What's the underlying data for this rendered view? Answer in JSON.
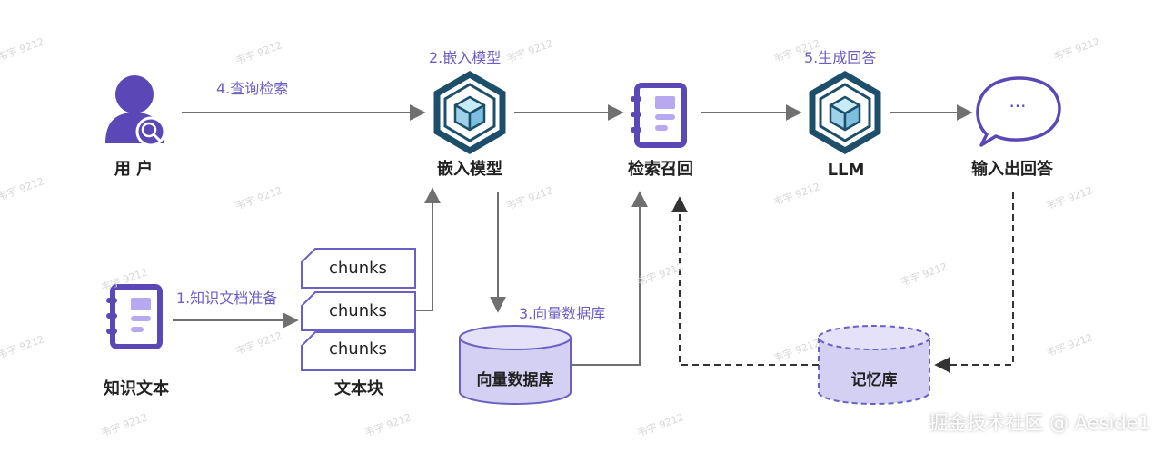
{
  "nodes": {
    "user": "用 户",
    "embed_model": "嵌入模型",
    "retrieval": "检索召回",
    "llm": "LLM",
    "output_answer": "输入出回答",
    "knowledge_text": "知识文本",
    "text_chunks": "文本块",
    "vector_db": "向量数据库",
    "memory_db": "记忆库"
  },
  "chunks": [
    "chunks",
    "chunks",
    "chunks"
  ],
  "steps": {
    "step1": "1.知识文档准备",
    "step2": "2.嵌入模型",
    "step3": "3.向量数据库",
    "step4": "4.查询检索",
    "step5": "5.生成回答"
  },
  "chat_bubble_text": "···",
  "watermark": "韦宇 9212",
  "credit": "掘金技术社区 @ Aeside1",
  "colors": {
    "accent": "#5b47b5",
    "hex_icon": "#1d4f6b",
    "cube": "#a8d8ee",
    "doc_lines": "#b8a8f0",
    "db_fill": "#d4d0f4",
    "db_stroke": "#6a5fc4",
    "arrow": "#707070"
  },
  "icons": [
    "user-search-icon",
    "hex-cube-icon",
    "document-icon",
    "chat-bubble-icon",
    "database-icon"
  ]
}
